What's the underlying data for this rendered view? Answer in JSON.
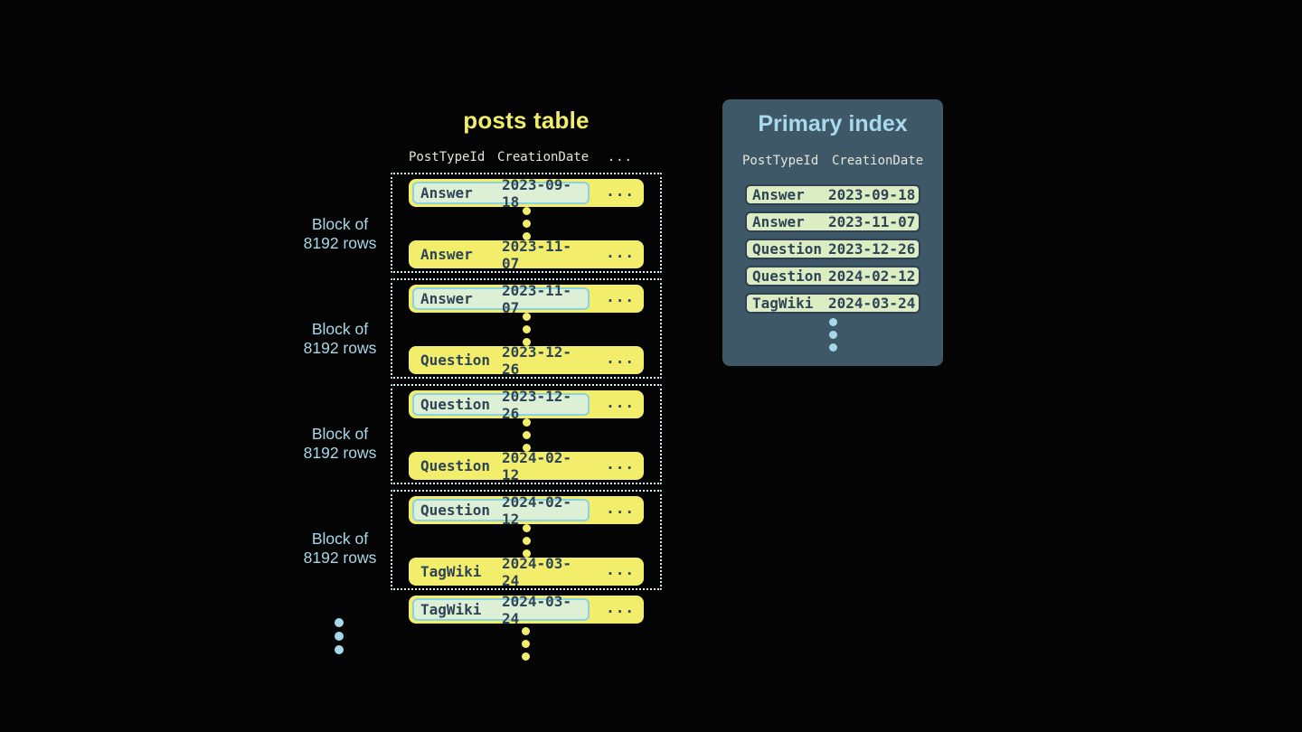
{
  "posts_table": {
    "title": "posts table",
    "columns": {
      "c1": "PostTypeId",
      "c2": "CreationDate",
      "c3": "..."
    },
    "block_label": {
      "line1": "Block of",
      "line2": "8192 rows"
    },
    "ellipsis": "...",
    "blocks": [
      {
        "first": {
          "type": "Answer",
          "date": "2023-09-18"
        },
        "last": {
          "type": "Answer",
          "date": "2023-11-07"
        }
      },
      {
        "first": {
          "type": "Answer",
          "date": "2023-11-07"
        },
        "last": {
          "type": "Question",
          "date": "2023-12-26"
        }
      },
      {
        "first": {
          "type": "Question",
          "date": "2023-12-26"
        },
        "last": {
          "type": "Question",
          "date": "2024-02-12"
        }
      },
      {
        "first": {
          "type": "Question",
          "date": "2024-02-12"
        },
        "last": {
          "type": "TagWiki",
          "date": "2024-03-24"
        }
      }
    ],
    "tail_row": {
      "type": "TagWiki",
      "date": "2024-03-24"
    }
  },
  "primary_index": {
    "title": "Primary index",
    "columns": {
      "c1": "PostTypeId",
      "c2": "CreationDate"
    },
    "rows": [
      {
        "type": "Answer",
        "date": "2023-09-18"
      },
      {
        "type": "Answer",
        "date": "2023-11-07"
      },
      {
        "type": "Question",
        "date": "2023-12-26"
      },
      {
        "type": "Question",
        "date": "2024-02-12"
      },
      {
        "type": "TagWiki",
        "date": "2024-03-24"
      }
    ]
  },
  "colors": {
    "background": "#040404",
    "row_yellow": "#f2ee6b",
    "title_yellow": "#f0ee6a",
    "dark_text": "#2f4456",
    "highlight_cell_bg": "#ddf0d6",
    "highlight_cell_border": "#8bd2e6",
    "block_dotted_border": "#d9eef5",
    "label_blue": "#a9d8e9",
    "panel_bg": "#3e5868",
    "panel_title_blue": "#a9d9ec",
    "index_row_bg": "#dcedc4",
    "index_row_border": "#2e4052",
    "header_text": "#e4e6dc"
  }
}
